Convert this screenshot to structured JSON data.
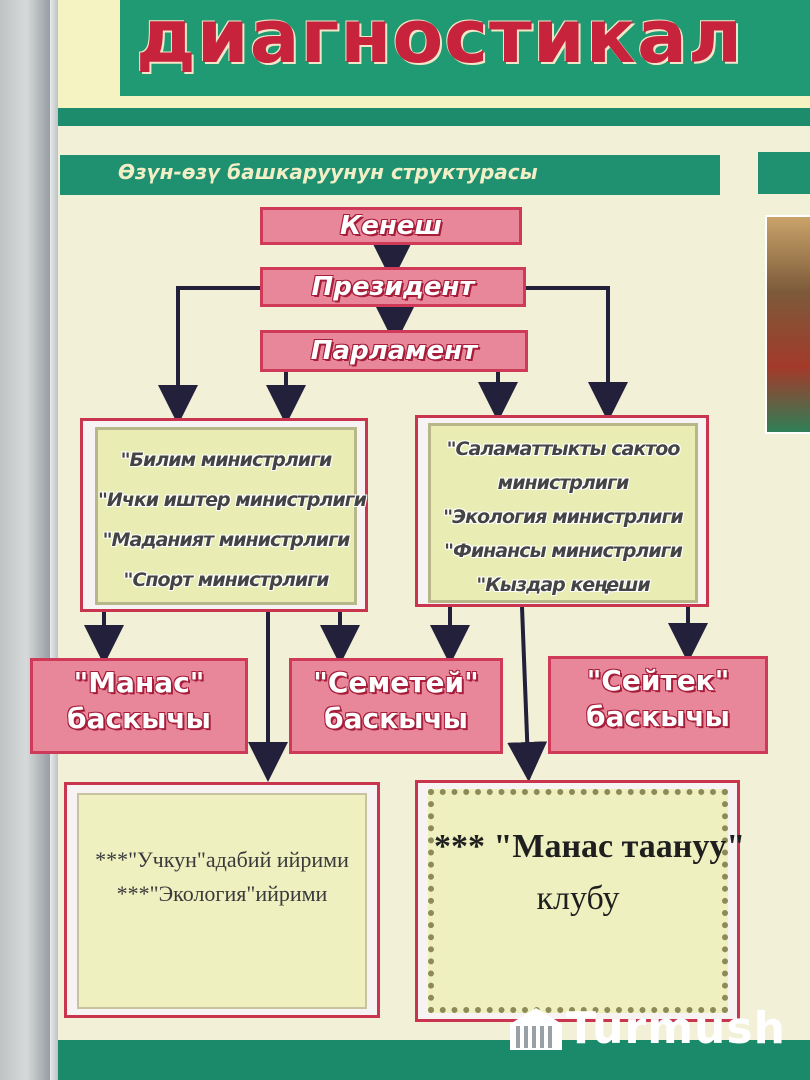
{
  "poster": {
    "title": "диагностикал",
    "subtitle": "Өзүн-өзү башкаруунун структурасы"
  },
  "hierarchy": {
    "top": "Кенеш",
    "middle": "Президент",
    "bottom": "Парламент"
  },
  "ministries_left": [
    "\"Билим министрлиги",
    "\"Ички иштер министрлиги",
    "\"Маданият министрлиги",
    "\"Спорт министрлиги"
  ],
  "ministries_right": [
    "\"Саламаттыкты сактоо",
    "министрлиги",
    "\"Экология министрлиги",
    "\"Финансы министрлиги",
    "\"Кыздар кеңеши"
  ],
  "steps": [
    {
      "name": "\"Манас\"",
      "level": "баскычы"
    },
    {
      "name": "\"Семетей\"",
      "level": "баскычы"
    },
    {
      "name": "\"Сейтек\"",
      "level": "баскычы"
    }
  ],
  "clubs_left": [
    "***\"Учкун\"адабий ийрими",
    "***\"Экология\"ийрими"
  ],
  "clubs_right": {
    "line1": "*** \"Манас таануу\"",
    "line2": "клубу"
  },
  "watermark": {
    "text": "Turmush"
  },
  "colors": {
    "pink_box": "#e8879a",
    "pink_border": "#ce3a58",
    "green_band": "#1f9070",
    "yellow_panel": "#e9ecb3"
  }
}
